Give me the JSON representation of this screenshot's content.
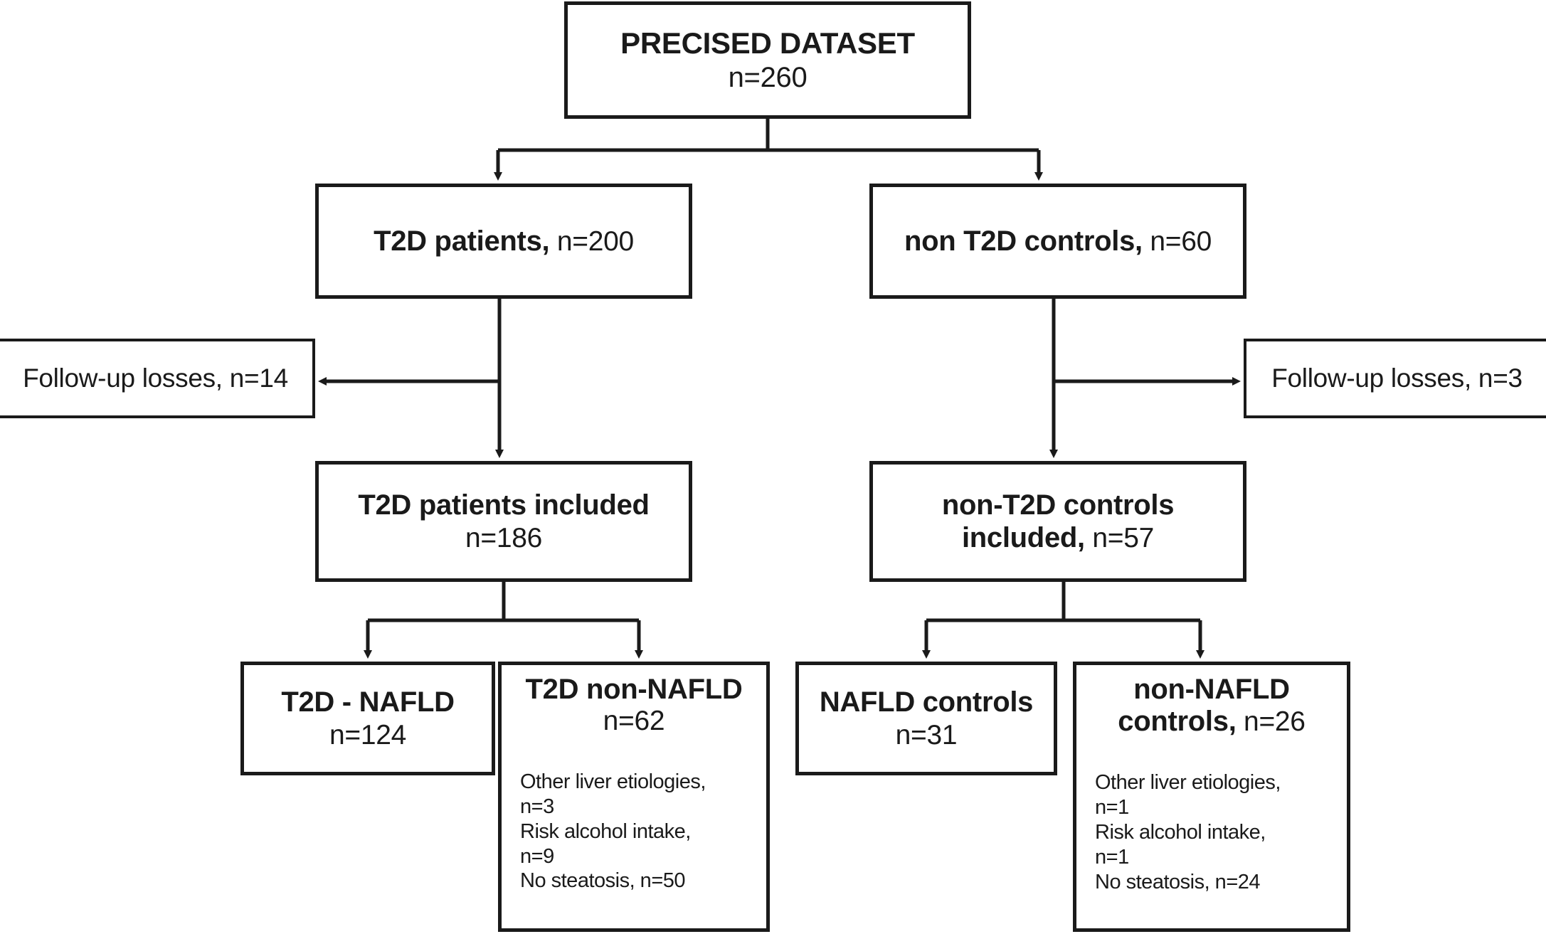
{
  "diagram": {
    "type": "flowchart",
    "title": "PRECISED dataset patient flow"
  },
  "nodes": {
    "root": {
      "line1": "PRECISED DATASET",
      "line2": "n=260"
    },
    "t2d_patients": {
      "line1_bold": "T2D patients,",
      "line1_reg": " n=200"
    },
    "non_t2d_controls": {
      "line1_bold": "non T2D controls,",
      "line1_reg": " n=60"
    },
    "followup_loss_left": {
      "line1": "Follow-up losses, n=14"
    },
    "followup_loss_right": {
      "line1": "Follow-up losses, n=3"
    },
    "t2d_included": {
      "line1": "T2D patients included",
      "line2": "n=186"
    },
    "non_t2d_included": {
      "line1": "non-T2D controls",
      "line2_bold": "included,",
      "line2_reg": " n=57"
    },
    "t2d_nafld": {
      "line1": "T2D - NAFLD",
      "line2": "n=124"
    },
    "t2d_non_nafld": {
      "line1": "T2D non-NAFLD",
      "line2": "n=62",
      "detail": [
        "Other liver etiologies,",
        "n=3",
        "Risk alcohol intake,",
        "n=9",
        "No steatosis, n=50"
      ]
    },
    "nafld_controls": {
      "line1": "NAFLD controls",
      "line2": "n=31"
    },
    "non_nafld_controls": {
      "line1": "non-NAFLD",
      "line2_bold": "controls,",
      "line2_reg": " n=26",
      "detail": [
        "Other liver etiologies,",
        "n=1",
        "Risk alcohol intake,",
        "n=1",
        "No steatosis, n=24"
      ]
    }
  },
  "style": {
    "stroke": "#1a1a1a",
    "background": "#ffffff"
  }
}
